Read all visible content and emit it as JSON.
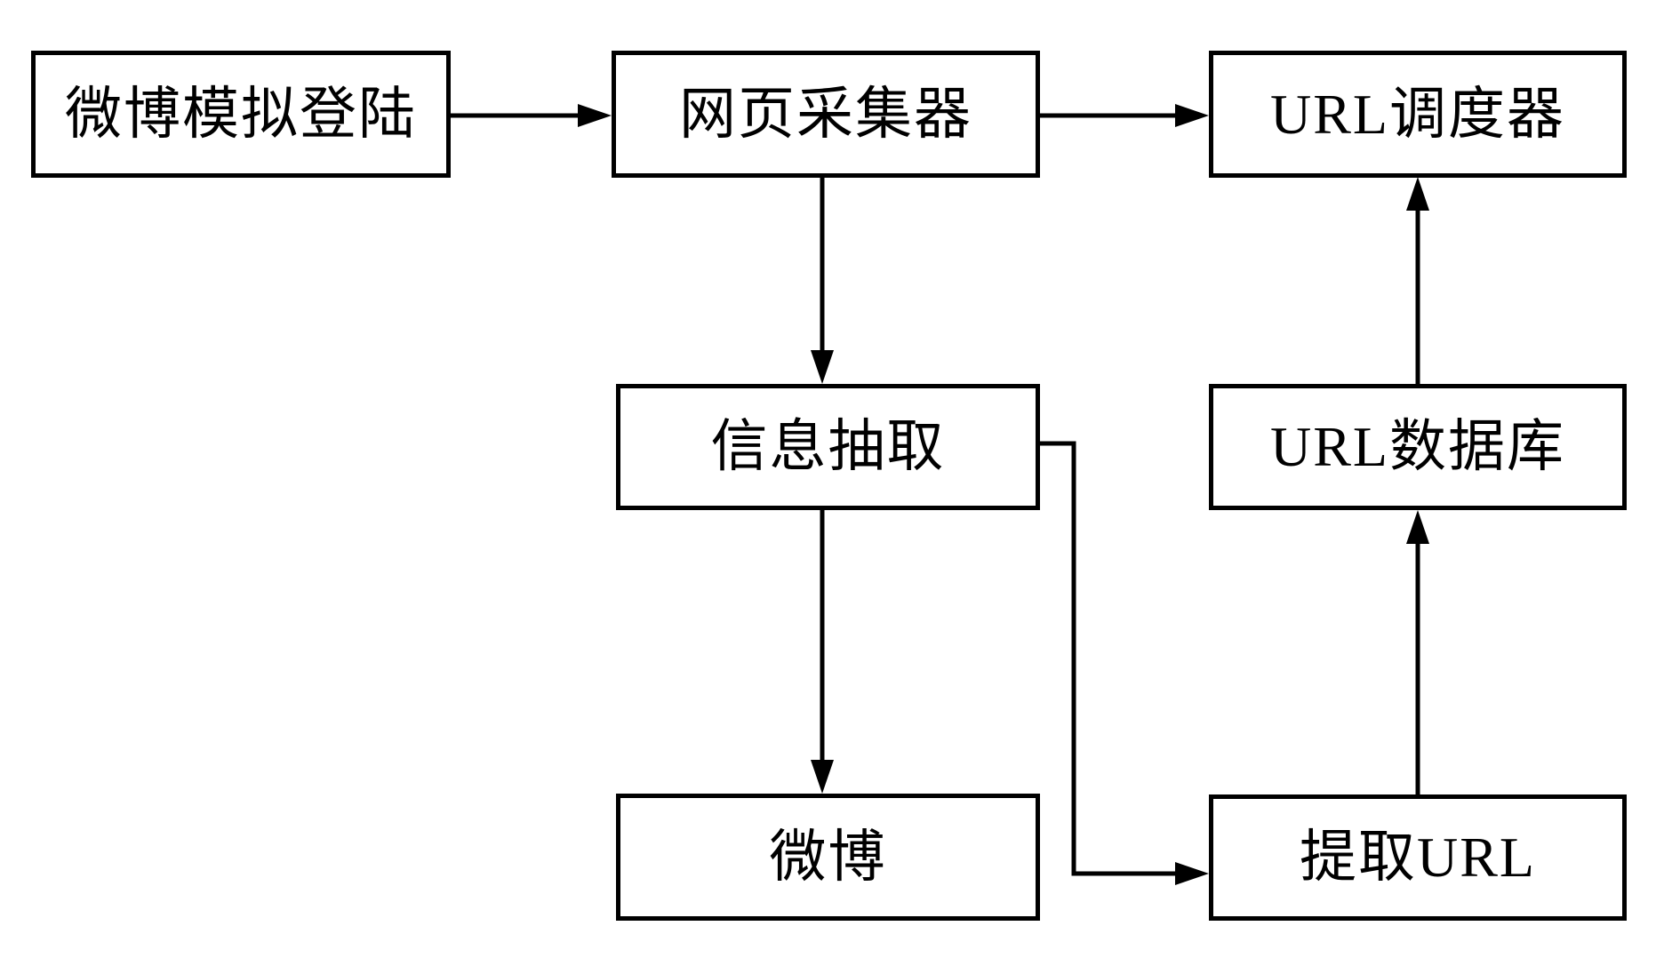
{
  "page": {
    "background_color": "#ffffff",
    "line_color": "#000000",
    "box_fill_color": "#ffffff",
    "text_color": "#000000"
  },
  "diagram": {
    "type": "flowchart",
    "description": "Weibo crawler system architecture flow diagram",
    "nodes": [
      {
        "id": "weibo-simulated-login",
        "label": "微博模拟登陆"
      },
      {
        "id": "webpage-collector",
        "label": "网页采集器"
      },
      {
        "id": "url-scheduler",
        "label": "URL调度器"
      },
      {
        "id": "information-extraction",
        "label": "信息抽取"
      },
      {
        "id": "url-database",
        "label": "URL数据库"
      },
      {
        "id": "weibo",
        "label": "微博"
      },
      {
        "id": "extract-url",
        "label": "提取URL"
      }
    ],
    "edges": [
      {
        "from": "weibo-simulated-login",
        "to": "webpage-collector",
        "direction": "right"
      },
      {
        "from": "webpage-collector",
        "to": "url-scheduler",
        "direction": "right"
      },
      {
        "from": "webpage-collector",
        "to": "information-extraction",
        "direction": "down"
      },
      {
        "from": "information-extraction",
        "to": "weibo",
        "direction": "down"
      },
      {
        "from": "information-extraction",
        "to": "extract-url",
        "direction": "right-down-right"
      },
      {
        "from": "extract-url",
        "to": "url-database",
        "direction": "up"
      },
      {
        "from": "url-database",
        "to": "url-scheduler",
        "direction": "up"
      }
    ]
  }
}
